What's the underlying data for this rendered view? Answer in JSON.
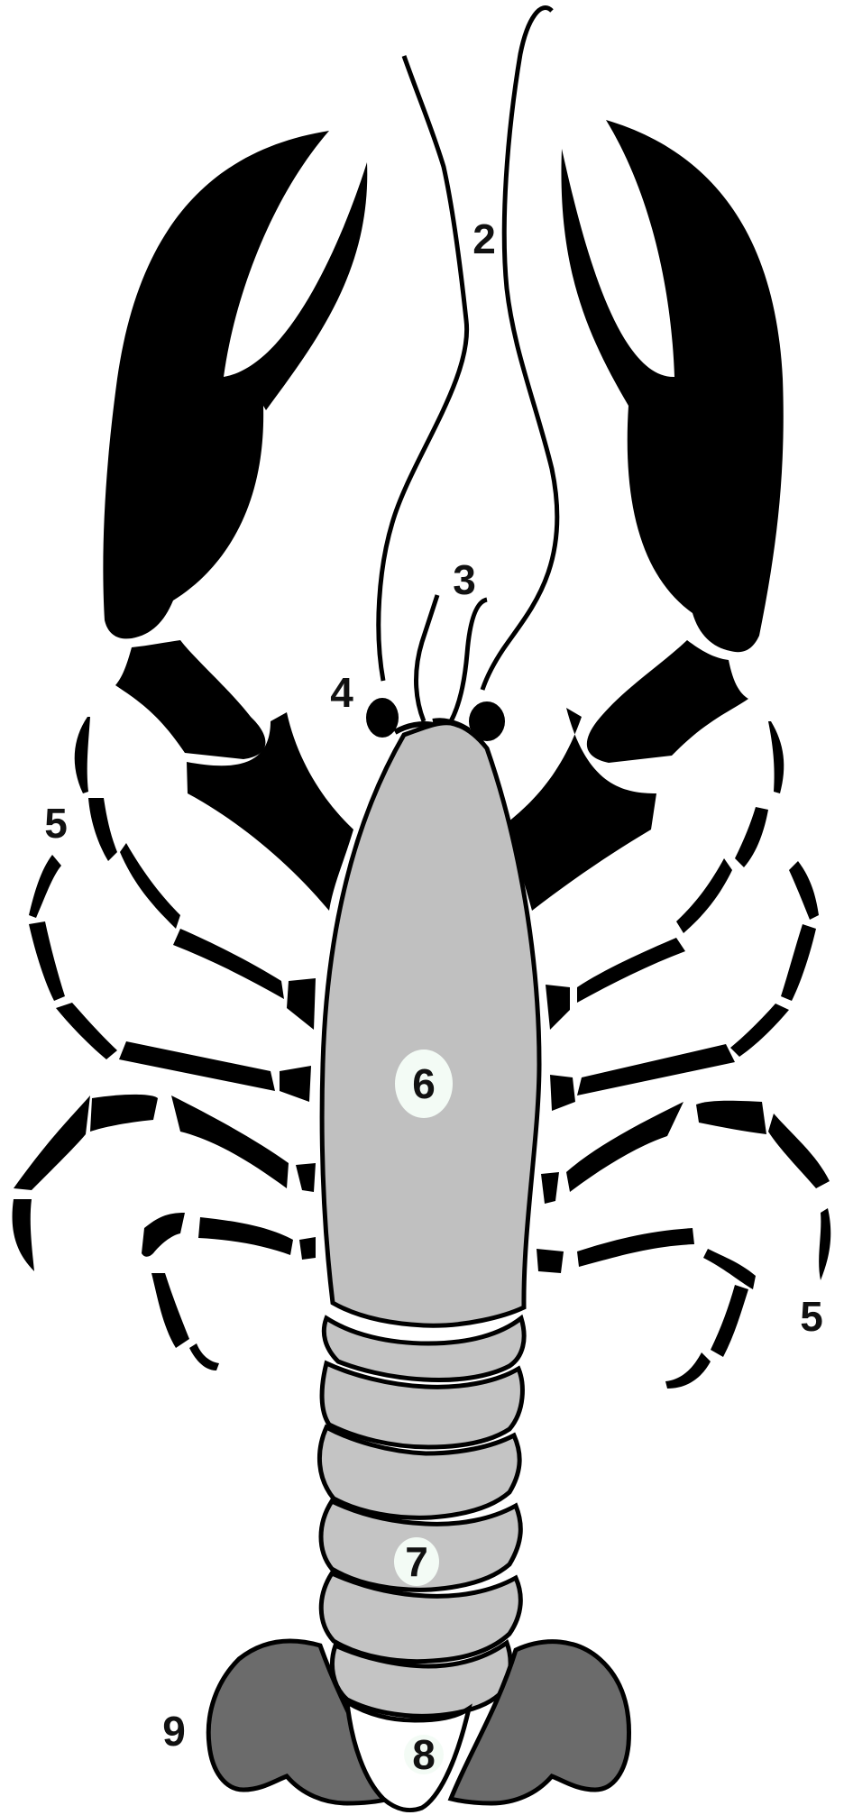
{
  "labels": {
    "antenna": "2",
    "antennule": "3",
    "eye": "4",
    "walking_legs_left": "5",
    "walking_legs_right": "5",
    "carapace": "6",
    "abdomen": "7",
    "telson": "8",
    "uropod": "9"
  },
  "colors": {
    "appendage": "#000000",
    "carapace": "#c0c0c0",
    "abdomen": "#c4c4c4",
    "tail_fan": "#6b6b6b",
    "label_badge": "#f3fbf5",
    "outline": "#000000"
  }
}
